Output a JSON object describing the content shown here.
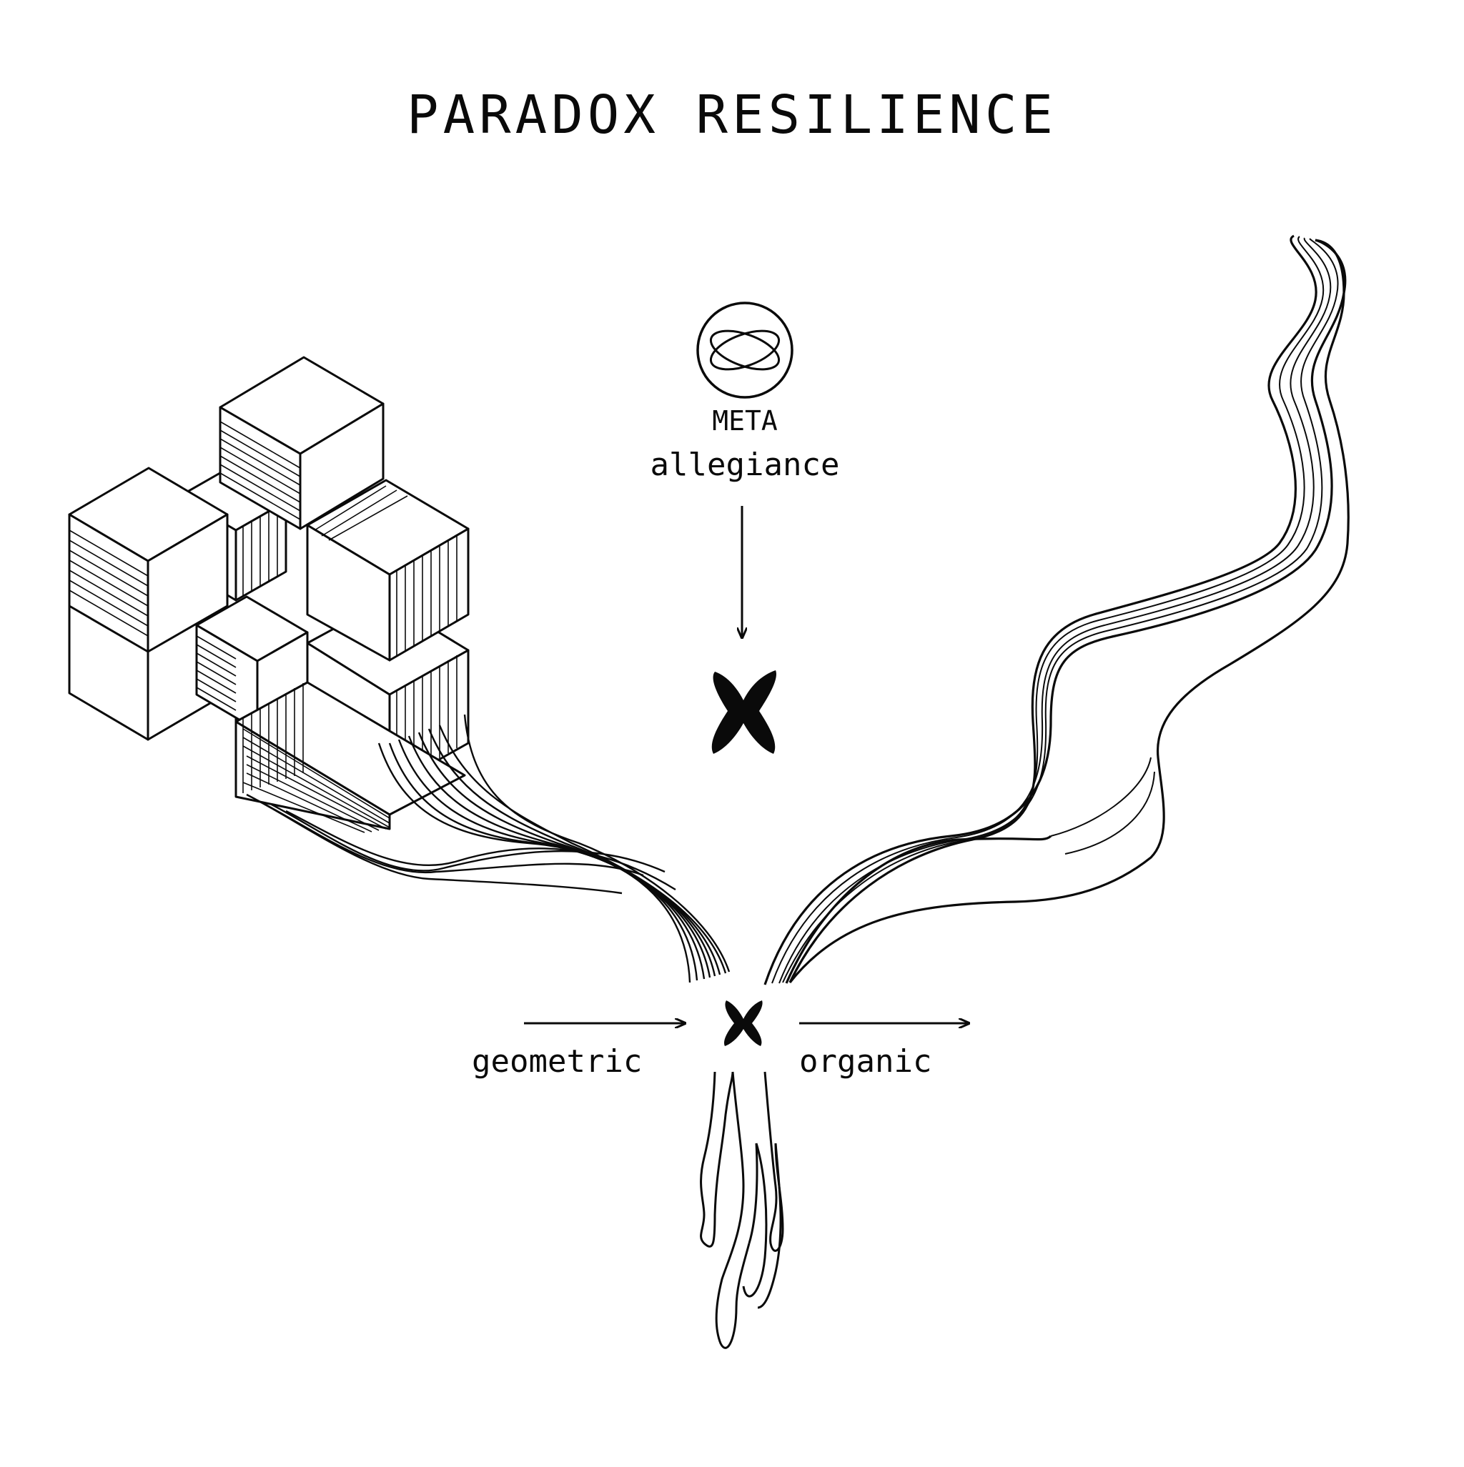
{
  "title": "PARADOX RESILIENCE",
  "meta": {
    "label": "META",
    "sublabel": "allegiance",
    "icon": "atom-orbit-icon"
  },
  "axis": {
    "left_label": "geometric",
    "right_label": "organic"
  },
  "markers": {
    "cross_icon": "x-cross-icon"
  },
  "colors": {
    "ink": "#0a0a0a",
    "background": "#ffffff"
  }
}
